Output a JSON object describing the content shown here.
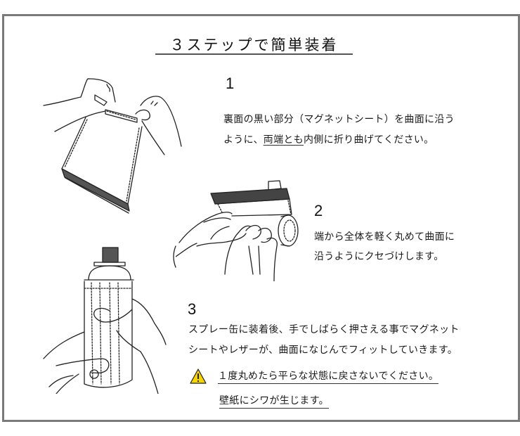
{
  "title": "３ステップで簡単装着",
  "steps": [
    {
      "number": "1",
      "line1": "裏面の黒い部分（マグネットシート）を曲面に沿う",
      "line2_before": "ように、",
      "line2_underlined": "両端とも",
      "line2_after": "内側に折り曲げてください。",
      "illustration": "hands-folding-sheet-edges"
    },
    {
      "number": "2",
      "line1": "端から全体を軽く丸めて曲面に",
      "line2": "沿うようにクセづけします。",
      "illustration": "hands-rolling-sheet"
    },
    {
      "number": "3",
      "line1": "スプレー缶に装着後、手でしばらく押さえる事でマグネット",
      "line2": "シートやレザーが、曲面になじんでフィットしていきます。",
      "illustration": "hand-holding-spray-can-with-cover"
    }
  ],
  "warning": {
    "icon": "warning-triangle-icon",
    "icon_color": "#f5d400",
    "line1": "１度丸めたら平らな状態に戻さないでください。",
    "line2": "壁紙にシワが生じます。"
  },
  "colors": {
    "frame": "#7a7a7a",
    "text": "#1a1a1a"
  }
}
